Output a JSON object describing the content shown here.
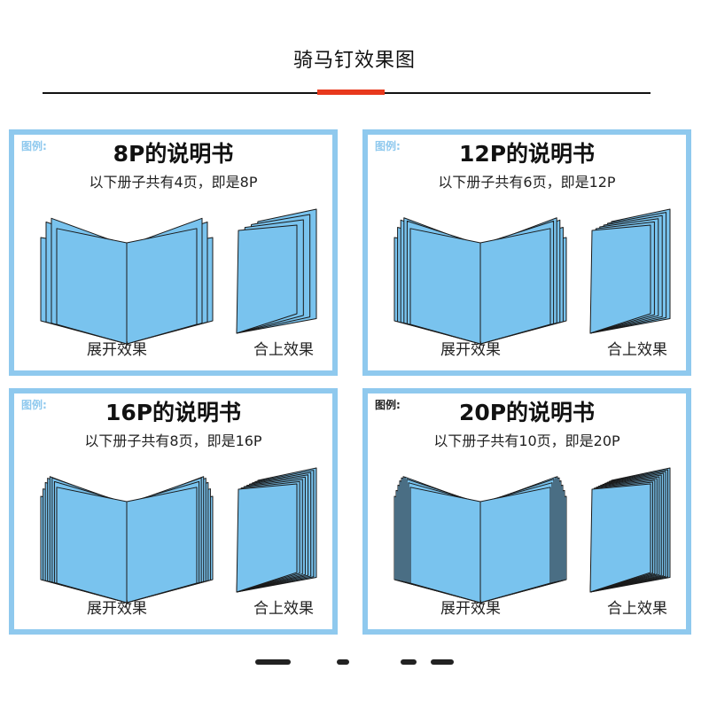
{
  "page": {
    "title": "骑马钉效果图",
    "accent_color": "#e8391d",
    "panel_border_color": "#8fc9ee",
    "page_fill_color": "#79c3ee"
  },
  "panels": [
    {
      "legend": "图例:",
      "legend_color": "#8fc9ee",
      "title": "8P的说明书",
      "description": "以下册子共有4页，即是8P",
      "sheets": 4,
      "open_caption": "展开效果",
      "closed_caption": "合上效果"
    },
    {
      "legend": "图例:",
      "legend_color": "#8fc9ee",
      "title": "12P的说明书",
      "description": "以下册子共有6页，即是12P",
      "sheets": 6,
      "open_caption": "展开效果",
      "closed_caption": "合上效果"
    },
    {
      "legend": "图例:",
      "legend_color": "#8fc9ee",
      "title": "16P的说明书",
      "description": "以下册子共有8页，即是16P",
      "sheets": 8,
      "open_caption": "展开效果",
      "closed_caption": "合上效果"
    },
    {
      "legend": "图例:",
      "legend_color": "#222222",
      "title": "20P的说明书",
      "description": "以下册子共有10页，即是20P",
      "sheets": 10,
      "open_caption": "展开效果",
      "closed_caption": "合上效果"
    }
  ]
}
